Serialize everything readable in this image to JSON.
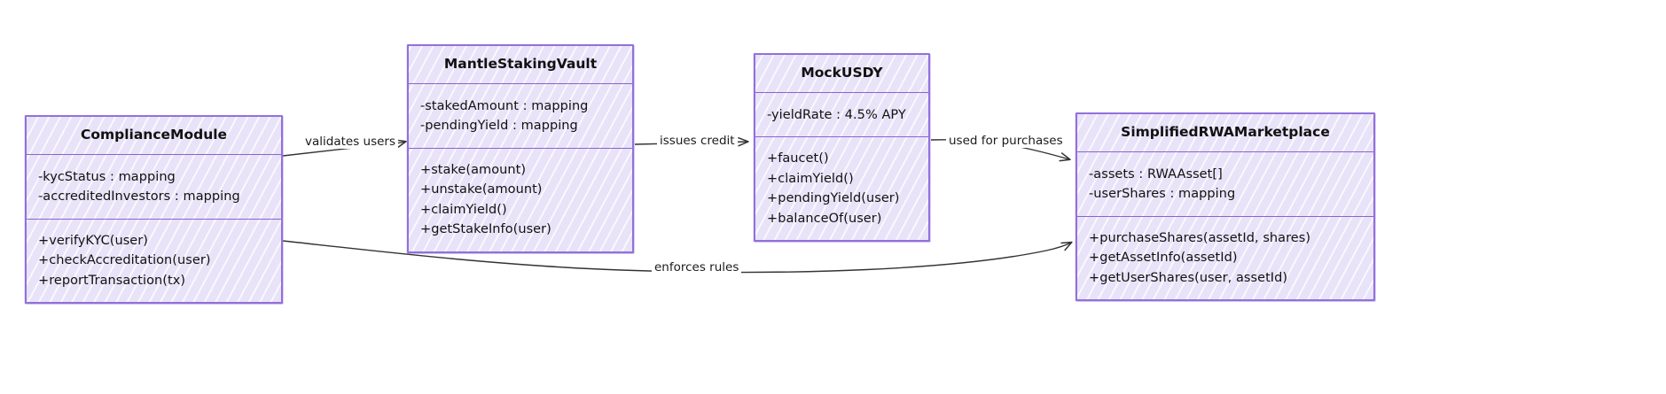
{
  "diagram": {
    "type": "uml-class-diagram",
    "title": "",
    "colors": {
      "border": "#9370db",
      "fill": "#e8e3f8",
      "separator": "#8a63d2",
      "text": "#111111",
      "edge": "#333333",
      "background": "#ffffff"
    }
  },
  "classes": [
    {
      "id": "compliance-module",
      "name": "ComplianceModule",
      "attributes": [
        "-kycStatus : mapping",
        "-accreditedInvestors : mapping"
      ],
      "methods": [
        "+verifyKYC(user)",
        "+checkAccreditation(user)",
        "+reportTransaction(tx)"
      ]
    },
    {
      "id": "mantle-staking-vault",
      "name": "MantleStakingVault",
      "attributes": [
        "-stakedAmount : mapping",
        "-pendingYield : mapping"
      ],
      "methods": [
        "+stake(amount)",
        "+unstake(amount)",
        "+claimYield()",
        "+getStakeInfo(user)"
      ]
    },
    {
      "id": "mock-usdy",
      "name": "MockUSDY",
      "attributes": [
        "-yieldRate : 4.5% APY"
      ],
      "methods": [
        "+faucet()",
        "+claimYield()",
        "+pendingYield(user)",
        "+balanceOf(user)"
      ]
    },
    {
      "id": "simplified-rwa-marketplace",
      "name": "SimplifiedRWAMarketplace",
      "attributes": [
        "-assets : RWAAsset[]",
        "-userShares : mapping"
      ],
      "methods": [
        "+purchaseShares(assetId, shares)",
        "+getAssetInfo(assetId)",
        "+getUserShares(user, assetId)"
      ]
    }
  ],
  "relationships": [
    {
      "id": "validates-users",
      "label": "validates users",
      "from": "compliance-module",
      "to": "mantle-staking-vault"
    },
    {
      "id": "issues-credit",
      "label": "issues credit",
      "from": "mantle-staking-vault",
      "to": "mock-usdy"
    },
    {
      "id": "used-for-purchases",
      "label": "used for purchases",
      "from": "mock-usdy",
      "to": "simplified-rwa-marketplace"
    },
    {
      "id": "enforces-rules",
      "label": "enforces rules",
      "from": "compliance-module",
      "to": "simplified-rwa-marketplace"
    }
  ]
}
